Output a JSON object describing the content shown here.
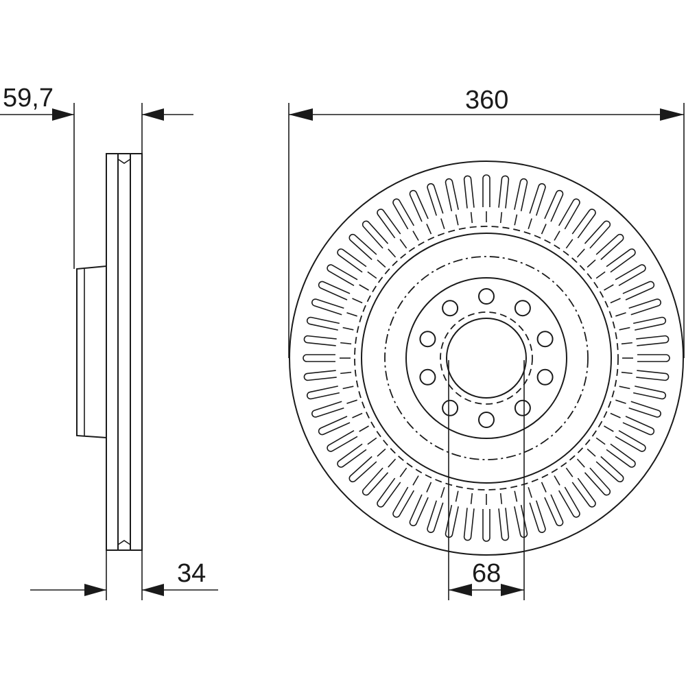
{
  "dimensions": {
    "offset": "59,7",
    "thickness": "34",
    "diameter": "360",
    "center_bore": "68"
  },
  "disc": {
    "bolt_holes": 10,
    "vent_slots": 60
  },
  "colors": {
    "line": "#1a1a1a",
    "background": "#ffffff"
  }
}
